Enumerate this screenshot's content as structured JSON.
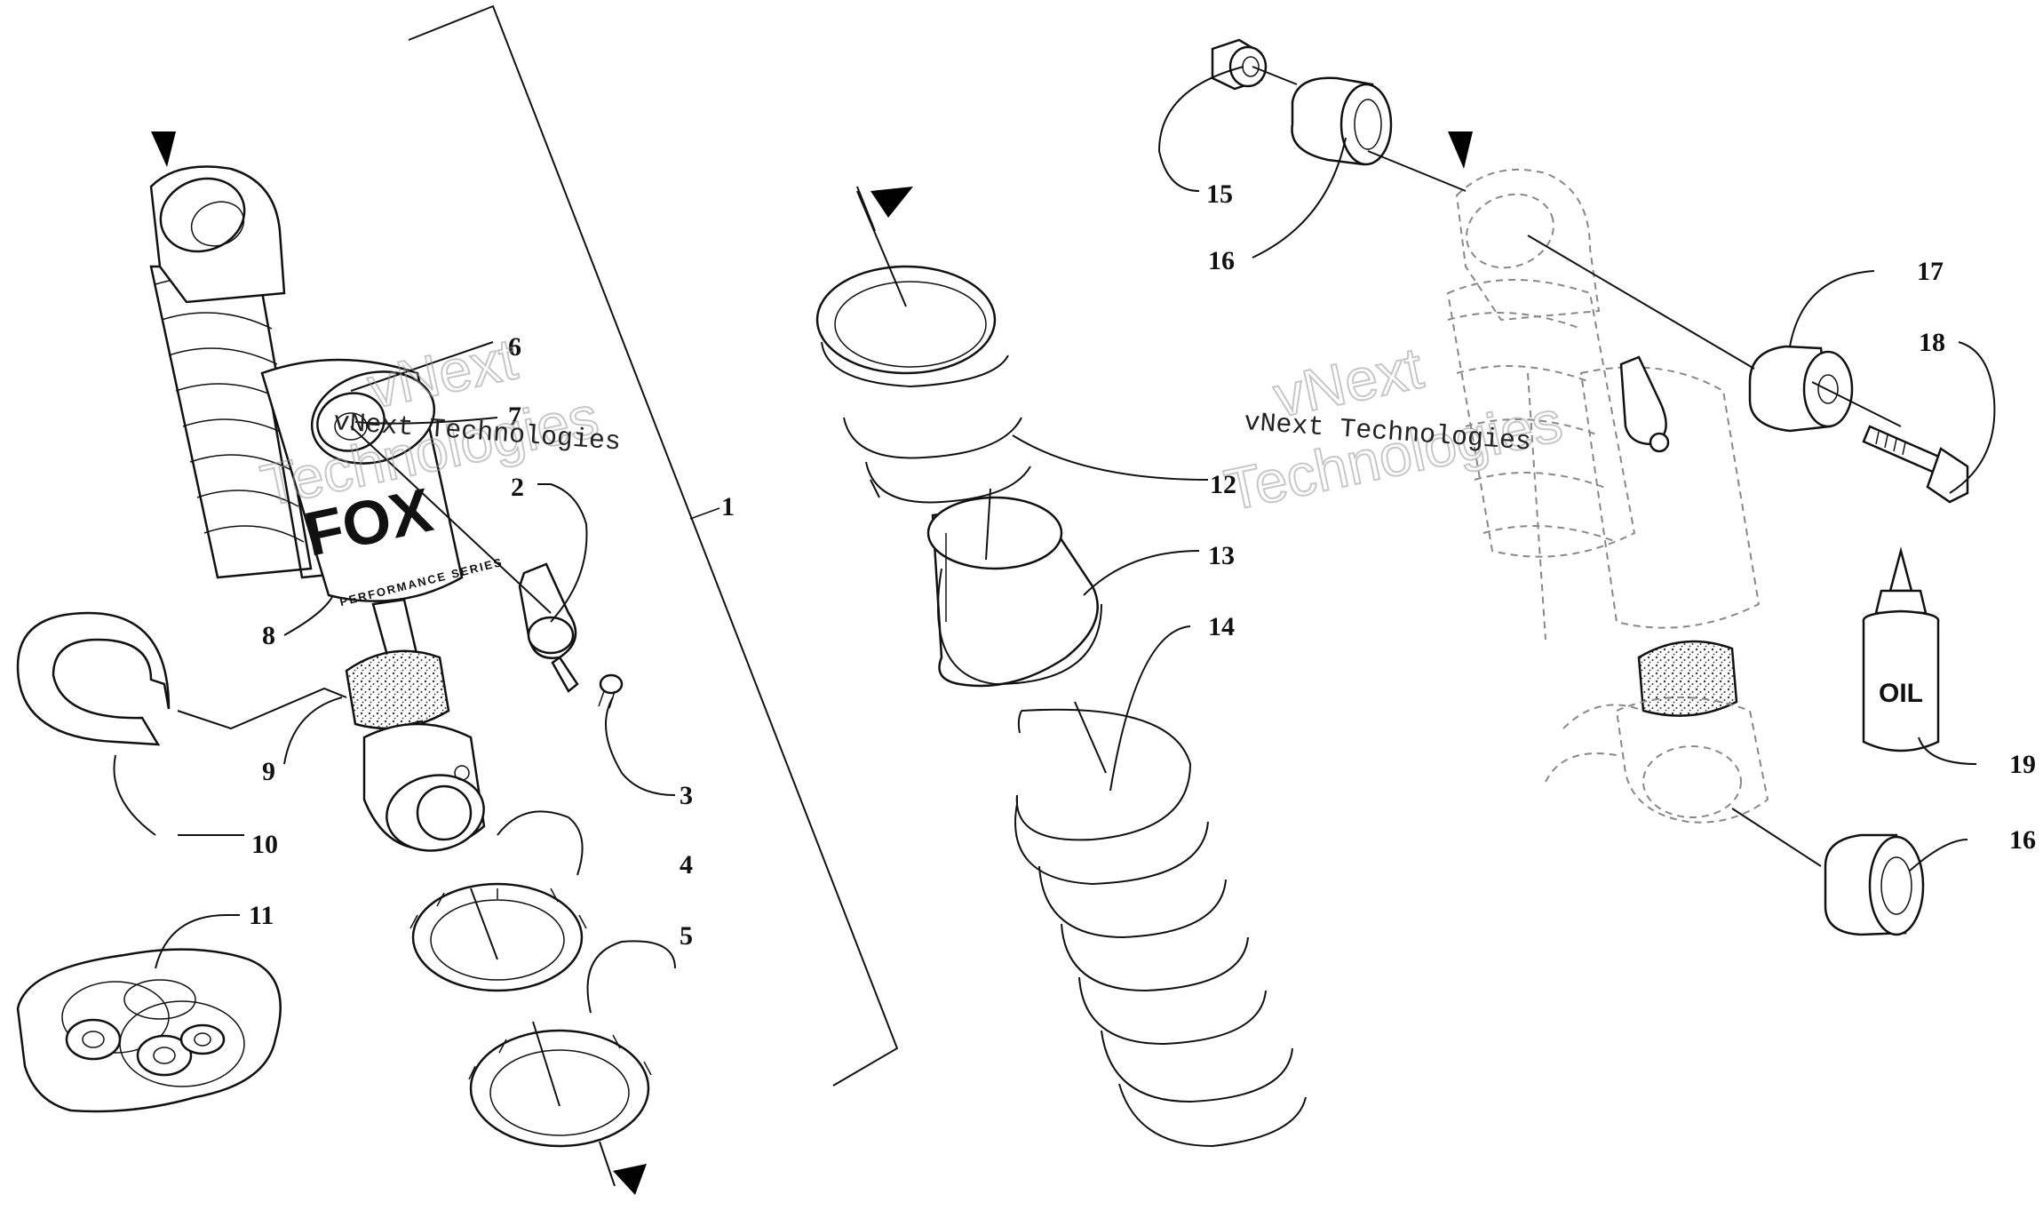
{
  "callouts": [
    {
      "id": "1",
      "text": "1"
    },
    {
      "id": "2",
      "text": "2"
    },
    {
      "id": "3",
      "text": "3"
    },
    {
      "id": "4",
      "text": "4"
    },
    {
      "id": "5",
      "text": "5"
    },
    {
      "id": "6",
      "text": "6"
    },
    {
      "id": "7",
      "text": "7"
    },
    {
      "id": "8",
      "text": "8"
    },
    {
      "id": "9",
      "text": "9"
    },
    {
      "id": "10",
      "text": "10"
    },
    {
      "id": "11",
      "text": "11"
    },
    {
      "id": "12",
      "text": "12"
    },
    {
      "id": "13",
      "text": "13"
    },
    {
      "id": "14",
      "text": "14"
    },
    {
      "id": "15",
      "text": "15"
    },
    {
      "id": "16a",
      "text": "16"
    },
    {
      "id": "16b",
      "text": "16"
    },
    {
      "id": "17",
      "text": "17"
    },
    {
      "id": "18",
      "text": "18"
    },
    {
      "id": "19",
      "text": "19"
    }
  ],
  "watermark": {
    "line": "vNext Technologies",
    "word1": "vNext",
    "word2": "Technologies"
  },
  "shock_brand": "FOX",
  "shock_series": "PERFORMANCE SERIES",
  "bottle_label": "OIL"
}
